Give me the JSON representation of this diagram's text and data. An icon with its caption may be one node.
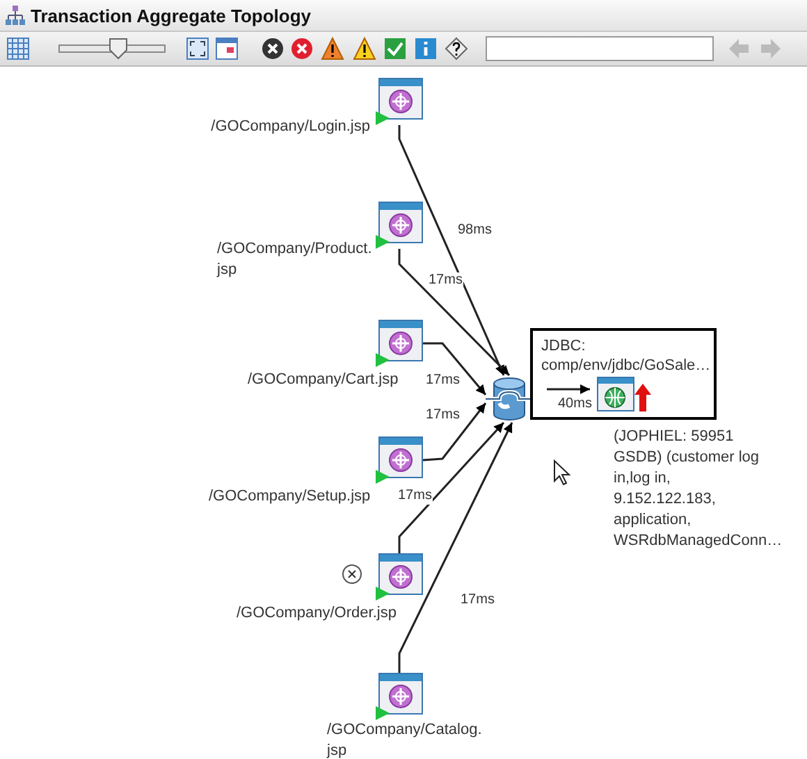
{
  "diagram": {
    "title": "Transaction Aggregate Topology",
    "nodes": [
      {
        "text": [],
        "shape": "picture",
        "beside": [
          "/GOCompany/Login.jsp"
        ]
      },
      {
        "text": [],
        "shape": "picture",
        "beside": [
          "/GOCompany/Product. jsp"
        ]
      },
      {
        "text": [],
        "shape": "picture",
        "beside": [
          "/GOCompany/Cart.jsp"
        ]
      },
      {
        "text": [],
        "shape": "picture",
        "beside": [
          "/GOCompany/Setup.jsp"
        ]
      },
      {
        "text": [],
        "shape": "picture",
        "beside": [
          "/GOCompany/Order.jsp"
        ]
      },
      {
        "text": [],
        "shape": "picture",
        "beside": [
          "/GOCompany/Catalog. jsp"
        ]
      },
      {
        "text": [],
        "shape": "cylinder"
      },
      {
        "text": [
          "JDBC: comp/env/jdbc/GoSale…"
        ]
      },
      {
        "text": [],
        "shape": "picture",
        "in": 7,
        "beside": [
          "(JOPHIEL: 59951 GSDB) (customer log in,log in, 9.152.122.183, application, WSRdbManagedConn…"
        ]
      }
    ],
    "edges": [
      {
        "from": 0,
        "to": 6,
        "arrow": "to",
        "label": "98ms"
      },
      {
        "from": 1,
        "to": 6,
        "arrow": "to",
        "label": "17ms"
      },
      {
        "from": 2,
        "to": 6,
        "arrow": "to",
        "label": "17ms"
      },
      {
        "from": 3,
        "to": 6,
        "arrow": "to",
        "label": "17ms"
      },
      {
        "from": 4,
        "to": 6,
        "arrow": "to",
        "label": "17ms"
      },
      {
        "from": 5,
        "to": 6,
        "arrow": "to",
        "label": "17ms"
      },
      {
        "from": 6,
        "to": 8,
        "arrow": "to",
        "label": "40ms"
      }
    ]
  }
}
